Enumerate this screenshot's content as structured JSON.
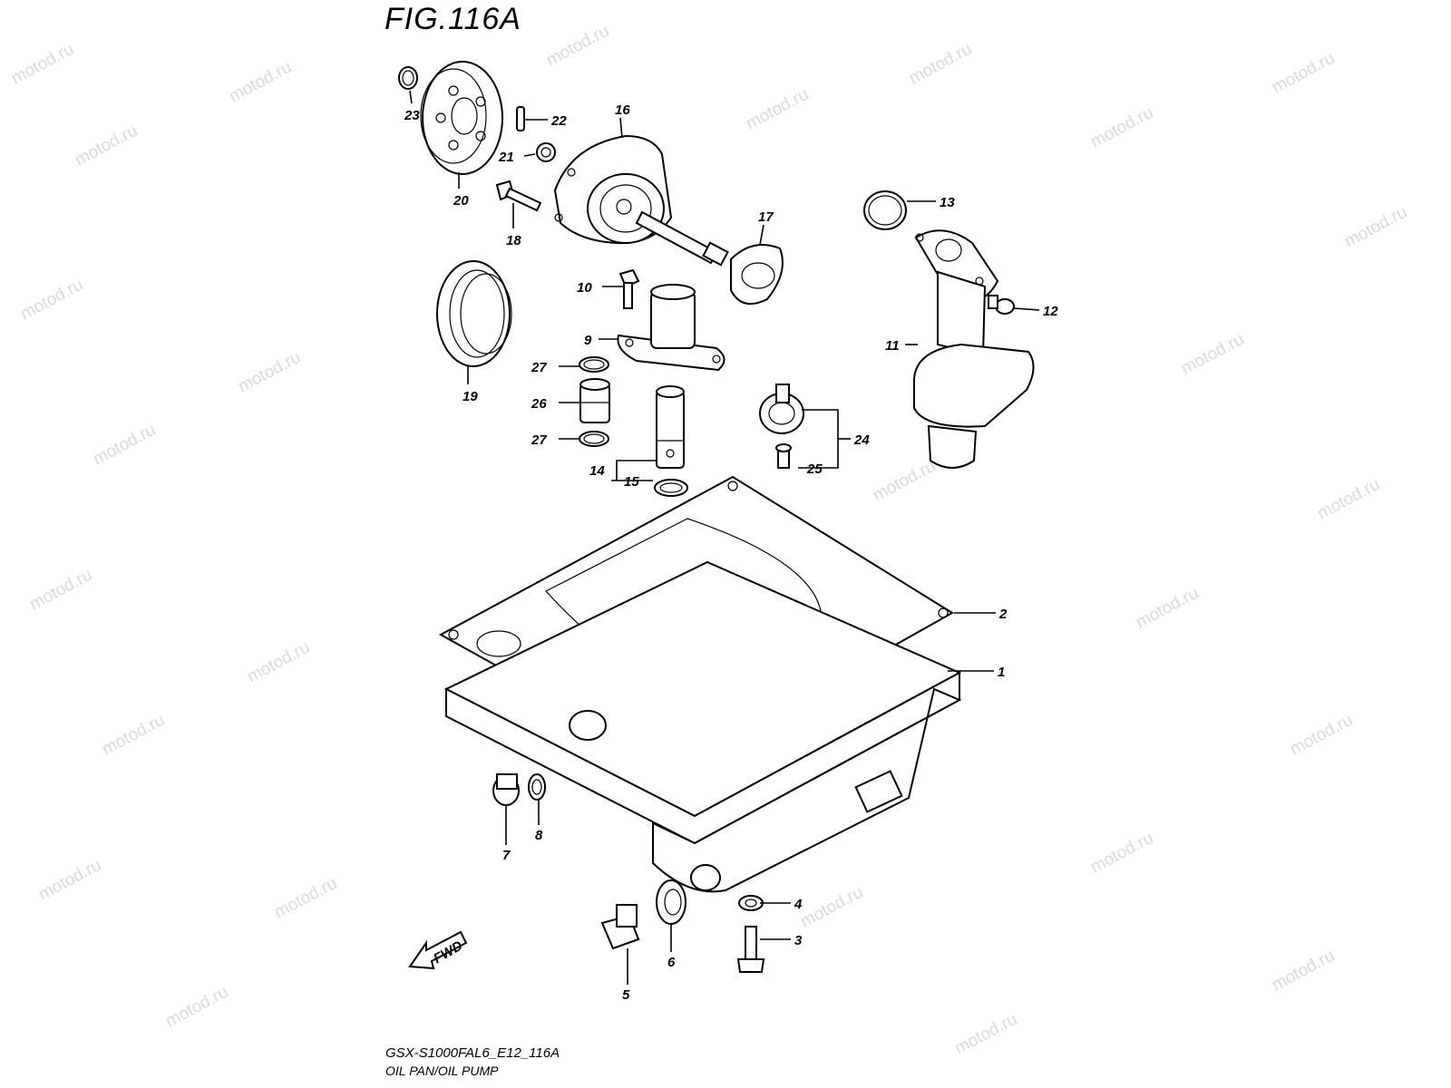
{
  "figure": {
    "title": "FIG.116A",
    "model_code": "GSX-S1000FAL6_E12_116A",
    "caption": "OIL PAN/OIL PUMP"
  },
  "watermark": "motod.ru",
  "direction_label": "FWD",
  "callouts": [
    "1",
    "2",
    "3",
    "4",
    "5",
    "6",
    "7",
    "8",
    "9",
    "10",
    "11",
    "12",
    "13",
    "14",
    "15",
    "16",
    "17",
    "18",
    "19",
    "20",
    "21",
    "22",
    "23",
    "24",
    "25",
    "26",
    "27",
    "27"
  ]
}
